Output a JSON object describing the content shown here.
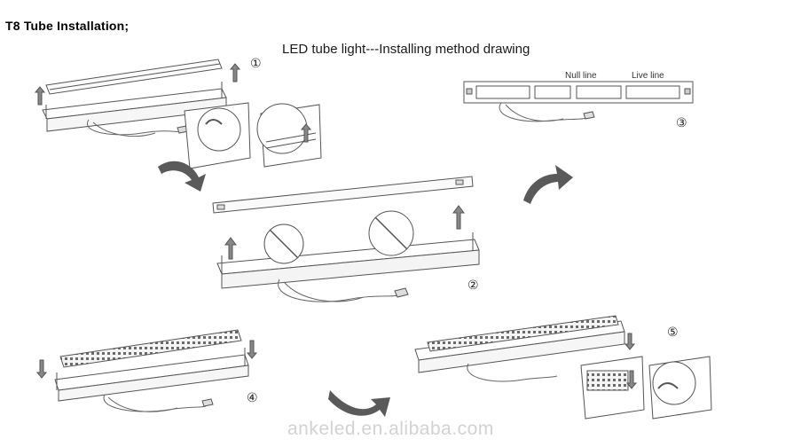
{
  "heading": "T8 Tube Installation;",
  "title": "LED tube light---Installing method drawing",
  "labels": {
    "null_line": "Null line",
    "live_line": "Live line"
  },
  "steps": [
    "①",
    "②",
    "③",
    "④",
    "⑤"
  ],
  "watermark": "ankeled.en.alibaba.com",
  "colors": {
    "line": "#555555",
    "arrow": "#5a5a5a",
    "watermark": "#d2d2d2"
  }
}
